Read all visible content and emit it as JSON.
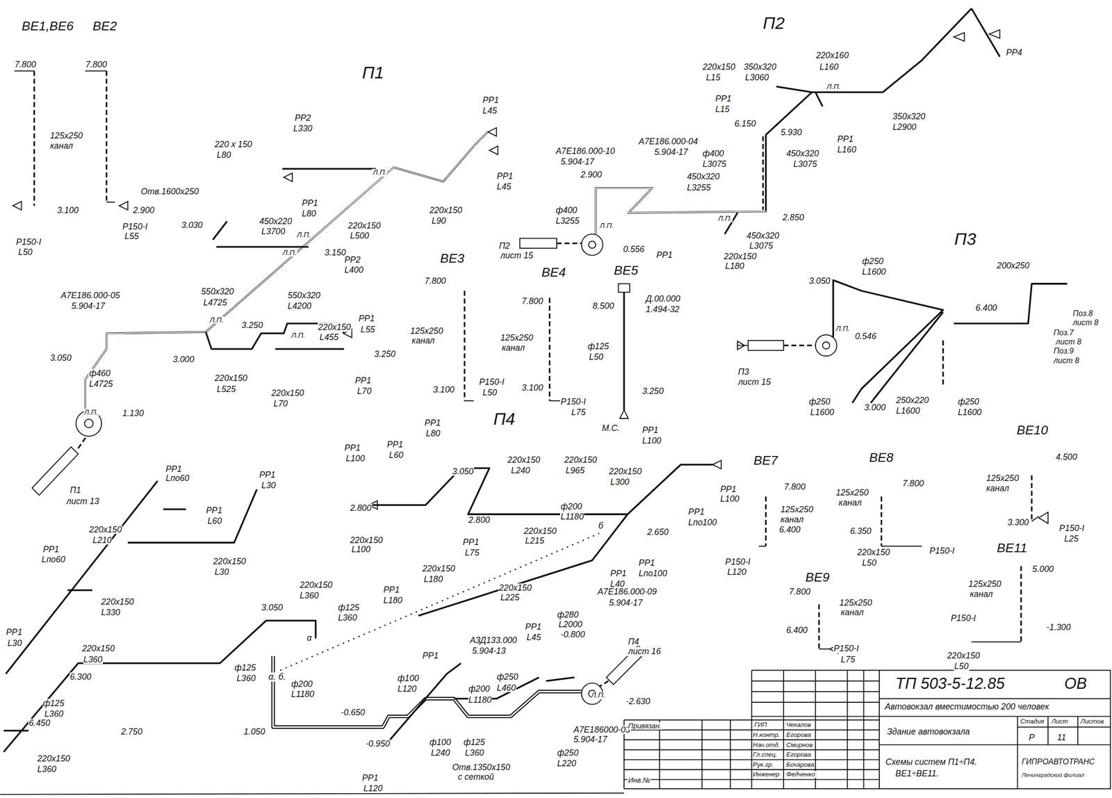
{
  "diagram": {
    "labels": [
      "ВЕ1,ВЕ6",
      "ВЕ2",
      "7.800",
      "7.800",
      "125x250",
      "канал",
      "3.100",
      "Р150-I",
      "L50",
      "2.900",
      "Р150-I",
      "L55",
      "П1",
      "РР1",
      "L45",
      "РР2",
      "L330",
      "220 x 150",
      "L80",
      "Отв.1600x250",
      "РР1",
      "L80",
      "Л.П.",
      "РР1",
      "L45",
      "220x150",
      "L90",
      "3.030",
      "450x220",
      "L3700",
      "Л.П.",
      "220x150",
      "L500",
      "Л.П.",
      "3.150",
      "РР2",
      "L400",
      "А7Е186.000-05",
      "5.904-17",
      "550x320",
      "L4725",
      "550x320",
      "L4200",
      "РР1",
      "L55",
      "220x150",
      "L455",
      "Л.П.",
      "Л.П.",
      "3.250",
      "3.000",
      "3.250",
      "3.050",
      "ф460",
      "L4725",
      "220x150",
      "L525",
      "220x150",
      "L70",
      "РР1",
      "L70",
      "Л.П.",
      "1.130",
      "П1",
      "лист 13",
      "ВЕ3",
      "7.800",
      "125x250",
      "канал",
      "3.100",
      "Р150-I",
      "L50",
      "ВЕ4",
      "7.800",
      "125x250",
      "канал",
      "3.100",
      "Р150-I",
      "L75",
      "ВЕ5",
      "8.500",
      "Д.00.000",
      "1.494-32",
      "ф125",
      "L50",
      "3.250",
      "М.С.",
      "П2",
      "220x150",
      "L15",
      "350x320",
      "L3060",
      "220x160",
      "L160",
      "РР4",
      "РР1",
      "L15",
      "Л.П.",
      "350x320",
      "L2900",
      "6.150",
      "5.930",
      "РР1",
      "L160",
      "А7Е186.000-10",
      "5.904-17",
      "А7Е186.000-04",
      "5.904-17",
      "ф400",
      "L3075",
      "450x320",
      "L3075",
      "2.900",
      "450x320",
      "L3255",
      "ф400",
      "L3255",
      "Л.П.",
      "Л.П.",
      "2.850",
      "450x320",
      "L3075",
      "0.556",
      "П2",
      "лист 15",
      "220x150",
      "L180",
      "РР1",
      "П3",
      "ф250",
      "L1600",
      "200x250",
      "3.050",
      "6.400",
      "Л.П.",
      "0.546",
      "Поз.8",
      "лист 8",
      "Поз.7",
      "лист 8",
      "Поз.9",
      "лист 8",
      "П3",
      "лист 15",
      "3.000",
      "250x220",
      "L1600",
      "ф250",
      "L1600",
      "ф250",
      "L1600",
      "П4",
      "РР1",
      "L80",
      "РР1",
      "L60",
      "РР1",
      "L100",
      "3.050",
      "220x150",
      "L240",
      "220x150",
      "L965",
      "220x150",
      "L300",
      "РР1",
      "L100",
      "РР1",
      "L100",
      "РР1",
      "Lпо100",
      "2.800",
      "2.800",
      "ф200",
      "L1180",
      "220x150",
      "L215",
      "2.650",
      "б",
      "220x150",
      "L100",
      "РР1",
      "L75",
      "РР1",
      "Lпо100",
      "РР1",
      "L40",
      "220x150",
      "L180",
      "220x150",
      "L225",
      "РР1",
      "L180",
      "А7Е186.000-09",
      "5.904-17",
      "РР1",
      "L45",
      "ф280",
      "L2000",
      "-0.800",
      "АЗД133.000",
      "5.904-13",
      "П4",
      "лист 16",
      "220x150",
      "L360",
      "3.050",
      "ф125",
      "L360",
      "α",
      "ф125",
      "L360",
      "α.",
      "б.",
      "ф200",
      "L1180",
      "-0.650",
      "РР1",
      "ф100",
      "L120",
      "ф250",
      "L460",
      "ф200",
      "L1180",
      "Л.П.",
      "-2.630",
      "1.050",
      "-0.950",
      "ф100",
      "L240",
      "ф125",
      "L360",
      "А7Е186000-03",
      "5.904-17",
      "ф250",
      "L220",
      "Отв.1350x150",
      "с сеткой",
      "РР1",
      "L120",
      "РР1",
      "Lпо60",
      "РР1",
      "L30",
      "РР1",
      "L60",
      "220x150",
      "L210",
      "220x150",
      "L30",
      "РР1",
      "Lпо60",
      "220x150",
      "L330",
      "РР1",
      "L30",
      "220x150",
      "L360",
      "6.300",
      "ф125",
      "L360",
      "6.450",
      "2.750",
      "220x150",
      "L360",
      "ВЕ7",
      "7.800",
      "125x250",
      "канал",
      "6.400",
      "Р150-I",
      "L120",
      "ВЕ8",
      "7.800",
      "125x250",
      "канал",
      "6.350",
      "220x150",
      "L50",
      "Р150-I",
      "ВЕ10",
      "4.500",
      "125x250",
      "канал",
      "3.300",
      "Р150-I",
      "L25",
      "ВЕ11",
      "5.000",
      "125x250",
      "канал",
      "Р150-I",
      "-1.300",
      "220x150",
      "L50",
      "ВЕ9",
      "7.800",
      "125x250",
      "канал",
      "6.400",
      "Р150-I",
      "L75",
      "ТП 503-5-12.85",
      "ОВ",
      "Автовокзал вместимостью 200 человек",
      "Привязан.",
      "ГИП",
      "Чекалов",
      "Н.контр.",
      "Егорова",
      "Нач.отд.",
      "Смирнов",
      "Гл.спец.",
      "Егорова",
      "Рук.гр.",
      "Бочарова",
      "Инженер",
      "Федченко",
      "Здание автовокзала",
      "Стадия",
      "Лист",
      "Листов",
      "Р",
      "11",
      "Схемы систем П1÷П4.",
      "ВЕ1÷ВЕ11.",
      "ГИПРОАВТОТРАНС",
      "Ленинградский филиал",
      "Инв.№"
    ]
  }
}
